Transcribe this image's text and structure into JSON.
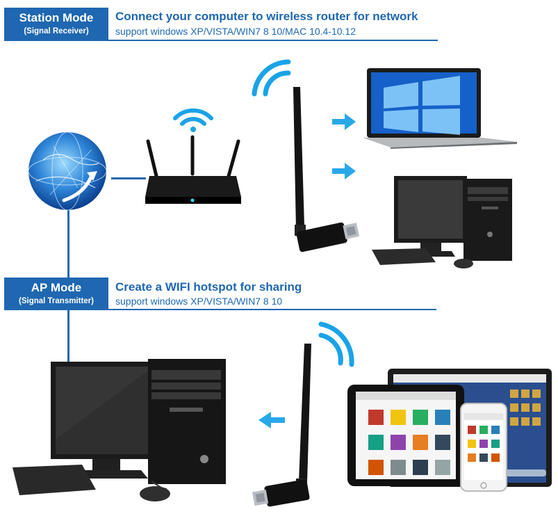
{
  "station": {
    "mode_title": "Station Mode",
    "mode_sub": "(Signal Receiver)",
    "headline": "Connect your computer to wireless router for network",
    "support": "support windows XP/VISTA/WIN7 8 10/MAC 10.4-10.12"
  },
  "ap": {
    "mode_title": "AP Mode",
    "mode_sub": "(Signal Transmitter)",
    "headline": "Create a WIFI hotspot for sharing",
    "support": "support windows XP/VISTA/WIN7 8 10"
  },
  "colors": {
    "brand_blue": "#1f67b1",
    "signal_cyan": "#1aa3e8",
    "arrow_blue": "#29a8e8"
  }
}
